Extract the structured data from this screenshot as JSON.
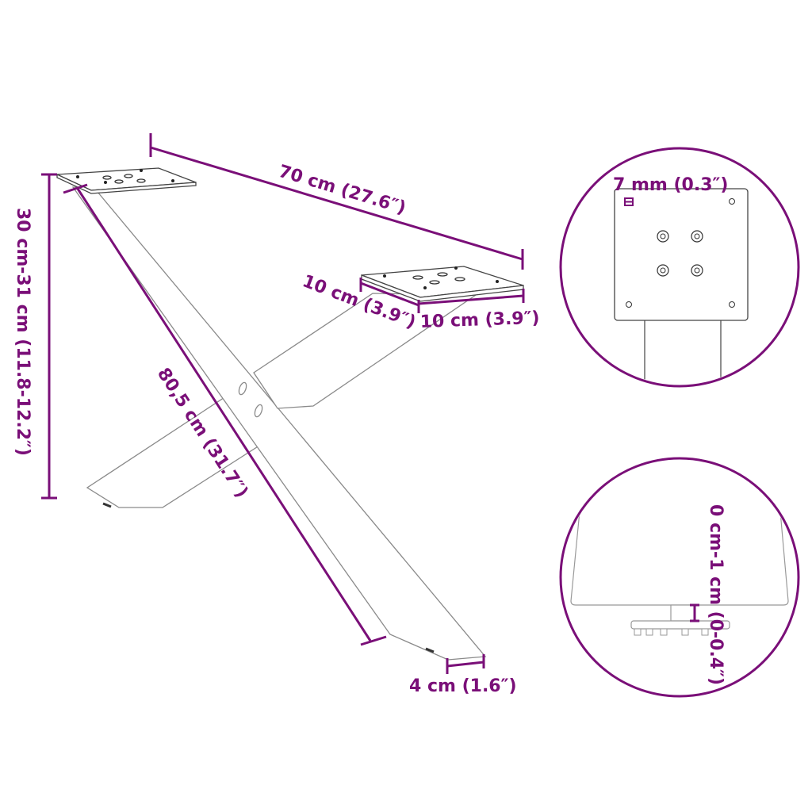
{
  "diagram": {
    "subject": "X-shaped table leg with mounting plates",
    "accent_color": "#7a0f78",
    "line_color": "#8a8a8a",
    "dimensions": {
      "width": "70 cm (27.6″)",
      "height": "30 cm-31 cm (11.8-12.2″)",
      "diagonal_length": "80,5 cm (31.7″)",
      "plate_depth": "10 cm (3.9″)",
      "plate_width": "10 cm (3.9″)",
      "foot_width": "4 cm (1.6″)"
    },
    "detail_top": {
      "label": "7 mm (0.3″)",
      "description": "Mounting plate close-up with 4 countersunk holes and 4 corner holes"
    },
    "detail_bottom": {
      "label": "0 cm-1 cm (0-0.4″)",
      "description": "Adjustable leveling foot close-up"
    }
  }
}
